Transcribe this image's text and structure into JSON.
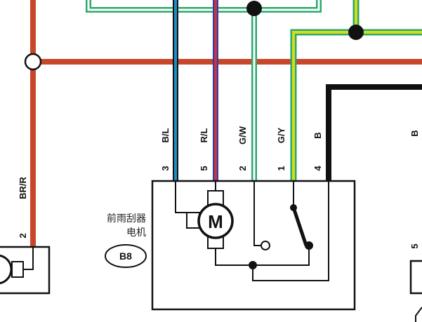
{
  "left_wire": {
    "color_code": "BR/R",
    "pin": "2"
  },
  "pins": [
    {
      "pin": "3",
      "color_code": "B/L"
    },
    {
      "pin": "5",
      "color_code": "R/L"
    },
    {
      "pin": "2",
      "color_code": "G/W"
    },
    {
      "pin": "1",
      "color_code": "G/Y"
    },
    {
      "pin": "4",
      "color_code": "B"
    }
  ],
  "right_partial": {
    "color_code": "B",
    "pin": "5"
  },
  "component": {
    "name_line1": "前雨刮器",
    "name_line2": "电机",
    "code": "B8",
    "motor_symbol": "M"
  },
  "colors": {
    "brown_red": "#c8472b",
    "blue": "#1e8fc4",
    "red": "#c8324a",
    "green": "#2aa86e",
    "yellow": "#d6dc1a",
    "black": "#111111"
  }
}
